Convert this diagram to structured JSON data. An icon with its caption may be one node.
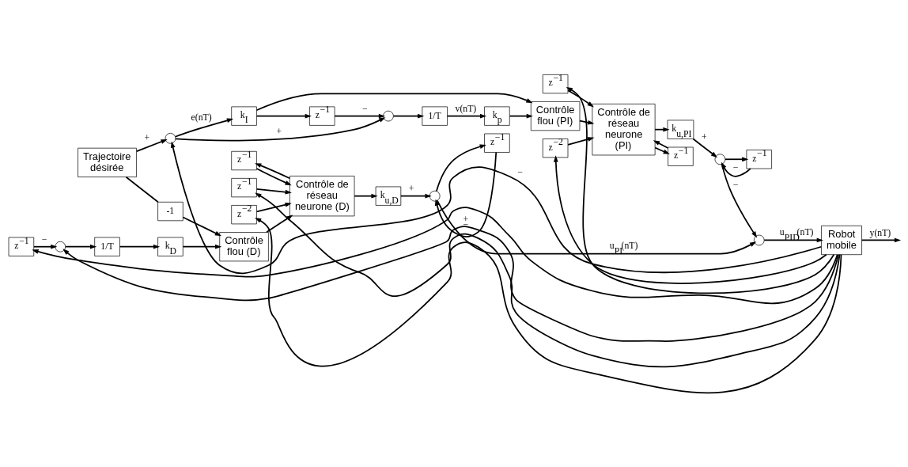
{
  "diagram": {
    "nodes": [
      {
        "text": [
          "Trajectoire désirée"
        ]
      },
      {
        "text": [],
        "shape": "circle"
      },
      {
        "text": [
          "z$^{−2}$"
        ]
      },
      {
        "text": [
          "z$^{−1}$"
        ]
      },
      {
        "text": [
          "k$_{I}$"
        ]
      },
      {
        "text": [
          "Contrôle flou (PI)"
        ]
      },
      {
        "text": [
          "Contrôle de réseau neurone (PI)"
        ]
      },
      {
        "text": [],
        "shape": "circle"
      },
      {
        "text": [
          "z$^{−1}$"
        ]
      },
      {
        "text": [
          "1/T"
        ]
      },
      {
        "text": [
          "k$_{p}$"
        ]
      },
      {
        "text": [
          "z$^{−1}$"
        ]
      },
      {
        "text": [
          "k$_{u,PI}$"
        ]
      },
      {
        "text": [],
        "shape": "circle"
      },
      {
        "text": [
          "z$^{−1}$"
        ]
      },
      {
        "text": [],
        "shape": "circle"
      },
      {
        "text": [
          "Robot mobile"
        ]
      },
      {
        "text": [
          "-1"
        ]
      },
      {
        "text": [
          "Contrôle flou (D)"
        ]
      },
      {
        "text": [
          "z$^{−1}$"
        ]
      },
      {
        "text": [],
        "shape": "circle"
      },
      {
        "text": [
          "1/T"
        ]
      },
      {
        "text": [
          "k$_{D}$"
        ]
      },
      {
        "text": [
          "Contrôle de réseau neurone (D)"
        ]
      },
      {
        "text": [
          "z$^{−1}$"
        ]
      },
      {
        "text": [
          "z$^{−2}$"
        ]
      },
      {
        "text": [
          "z$^{−1}$"
        ]
      },
      {
        "text": [
          "k$_{u,D}$"
        ]
      },
      {
        "text": [],
        "shape": "circle"
      },
      {
        "text": [
          "z$^{−1}$"
        ]
      }
    ],
    "edges": [
      {
        "from": 0,
        "to": 1,
        "arrow": "to",
        "label": "+"
      },
      {
        "from": 16,
        "to": 1,
        "arrow": "to",
        "label": "−"
      },
      {
        "from": 16,
        "to": 2,
        "arrow": "to"
      },
      {
        "from": 16,
        "to": 3,
        "arrow": "to"
      },
      {
        "from": 2,
        "to": 6,
        "arrow": "to"
      },
      {
        "from": 3,
        "to": 6,
        "arrow": "to"
      },
      {
        "from": 1,
        "to": 4,
        "arrow": "to",
        "label": "e(nT)"
      },
      {
        "from": 4,
        "to": 5,
        "arrow": "to"
      },
      {
        "from": 5,
        "to": 6,
        "arrow": "to"
      },
      {
        "from": 1,
        "to": 7,
        "arrow": "to",
        "label": "+"
      },
      {
        "from": 4,
        "to": 8,
        "arrow": "to"
      },
      {
        "from": 8,
        "to": 7,
        "arrow": "to",
        "label": "−"
      },
      {
        "from": 7,
        "to": 9,
        "arrow": "to"
      },
      {
        "from": 9,
        "to": 10,
        "arrow": "to",
        "label": "v(nT)"
      },
      {
        "from": 10,
        "to": 5,
        "arrow": "to"
      },
      {
        "from": 6,
        "to": 12,
        "arrow": "to"
      },
      {
        "from": 6,
        "to": 11,
        "arrow": "to"
      },
      {
        "from": 11,
        "to": 6,
        "arrow": "to"
      },
      {
        "from": 12,
        "to": 13,
        "arrow": "to",
        "label": "+"
      },
      {
        "from": 13,
        "to": 15,
        "arrow": "to",
        "label": "−"
      },
      {
        "from": 13,
        "to": 14,
        "arrow": "to"
      },
      {
        "from": 14,
        "to": 13,
        "arrow": "to",
        "label": "−"
      },
      {
        "from": 15,
        "to": 16,
        "arrow": "to",
        "label": "u$_{PID}$(nT)"
      },
      {
        "from": 16,
        "to": null,
        "arrow": "to",
        "label": "y(nT)"
      },
      {
        "from": 0,
        "to": 17,
        "arrow": "none"
      },
      {
        "from": 17,
        "to": 18,
        "arrow": "to"
      },
      {
        "from": 16,
        "to": 19,
        "arrow": "to"
      },
      {
        "from": 16,
        "to": 20,
        "arrow": "to",
        "label": "+"
      },
      {
        "from": 19,
        "to": 20,
        "arrow": "to",
        "label": "−"
      },
      {
        "from": 20,
        "to": 21,
        "arrow": "to"
      },
      {
        "from": 21,
        "to": 22,
        "arrow": "to"
      },
      {
        "from": 22,
        "to": 18,
        "arrow": "to"
      },
      {
        "from": 18,
        "to": 23,
        "arrow": "to"
      },
      {
        "from": 16,
        "to": 24,
        "arrow": "to"
      },
      {
        "from": 16,
        "to": 25,
        "arrow": "to"
      },
      {
        "from": 23,
        "to": 26,
        "arrow": "to"
      },
      {
        "from": 24,
        "to": 23,
        "arrow": "to"
      },
      {
        "from": 25,
        "to": 23,
        "arrow": "to"
      },
      {
        "from": 26,
        "to": 23,
        "arrow": "to"
      },
      {
        "from": 23,
        "to": 27,
        "arrow": "to"
      },
      {
        "from": 27,
        "to": 28,
        "arrow": "to",
        "label": "+"
      },
      {
        "from": 28,
        "to": 15,
        "arrow": "to",
        "label": "u$_{PI}$(nT)"
      },
      {
        "from": 28,
        "to": 29,
        "arrow": "to"
      },
      {
        "from": 29,
        "to": 28,
        "arrow": "to",
        "label": "−"
      }
    ]
  }
}
